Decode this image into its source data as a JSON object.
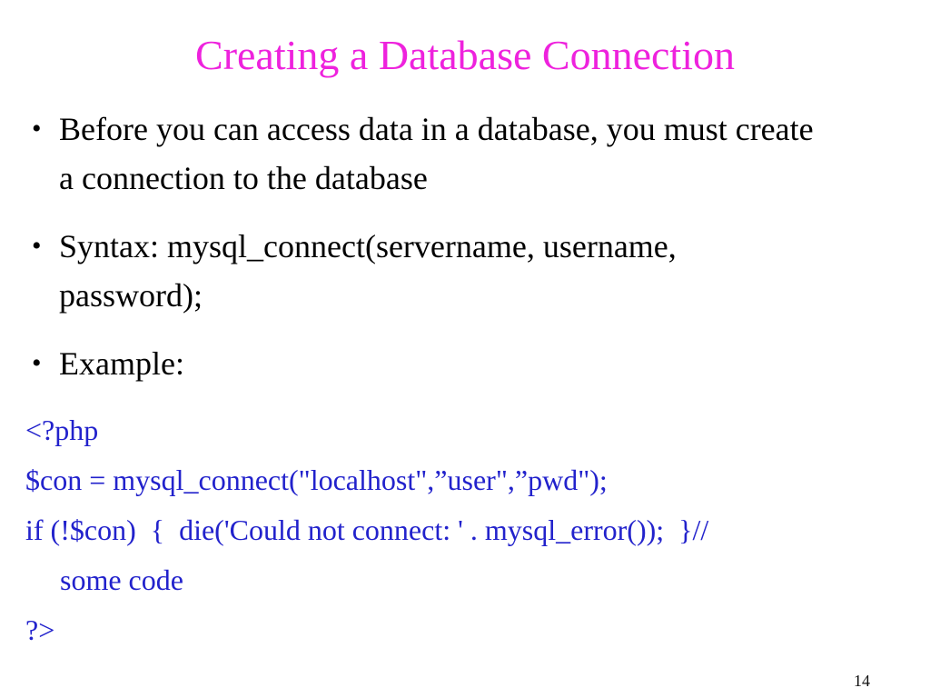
{
  "slide": {
    "title": "Creating a Database Connection",
    "bullet_glyph": "•",
    "bullets": [
      "Before you can access data in a database, you must create a connection to the database",
      "Syntax: mysql_connect(servername, username, password);",
      "Example:"
    ],
    "code_lines": [
      {
        "text": "<?php"
      },
      {
        "text": "$con = mysql_connect(\"localhost\",”user\",”pwd\");"
      },
      {
        "text": "if (!$con)  {  die('Could not connect: ' . mysql_error());  }//"
      },
      {
        "text": "some code",
        "indent": true
      },
      {
        "text": "?>"
      }
    ],
    "page_number": "14",
    "colors": {
      "background": "#FFFFFF",
      "title": "#EE22DD",
      "body_text": "#000000",
      "code_text": "#2222CC"
    }
  }
}
